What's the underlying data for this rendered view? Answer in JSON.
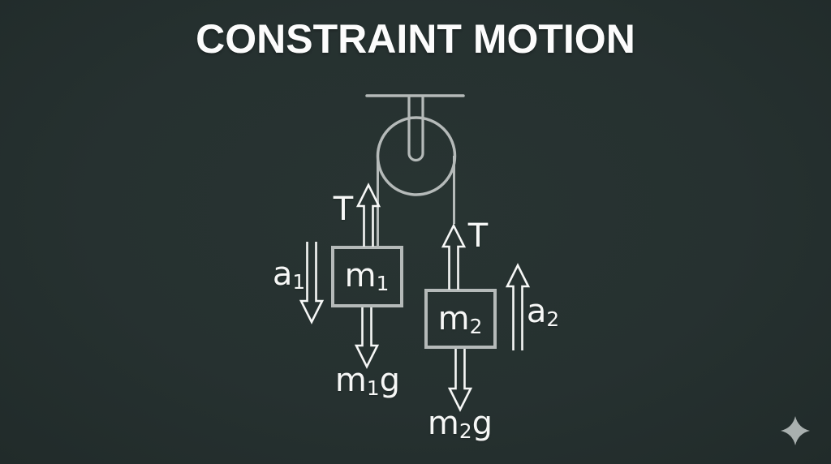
{
  "title": "CONSTRAINT MOTION",
  "colors": {
    "background": "#263130",
    "line": "#b5bab9",
    "arrow": "#f6f7f6",
    "text": "#f6f7f6",
    "title": "#fcfcfc",
    "sparkle": "#a9b0af"
  },
  "diagram": {
    "labels": {
      "tension_left": "T",
      "tension_right": "T",
      "mass1": {
        "base": "m",
        "sub": "1"
      },
      "mass2": {
        "base": "m",
        "sub": "2"
      },
      "accel1": {
        "base": "a",
        "sub": "1"
      },
      "accel2": {
        "base": "a",
        "sub": "2"
      },
      "weight1": {
        "base": "m",
        "sub": "1",
        "suffix": "g"
      },
      "weight2": {
        "base": "m",
        "sub": "2",
        "suffix": "g"
      }
    },
    "icons": [
      "sparkle-icon"
    ]
  }
}
